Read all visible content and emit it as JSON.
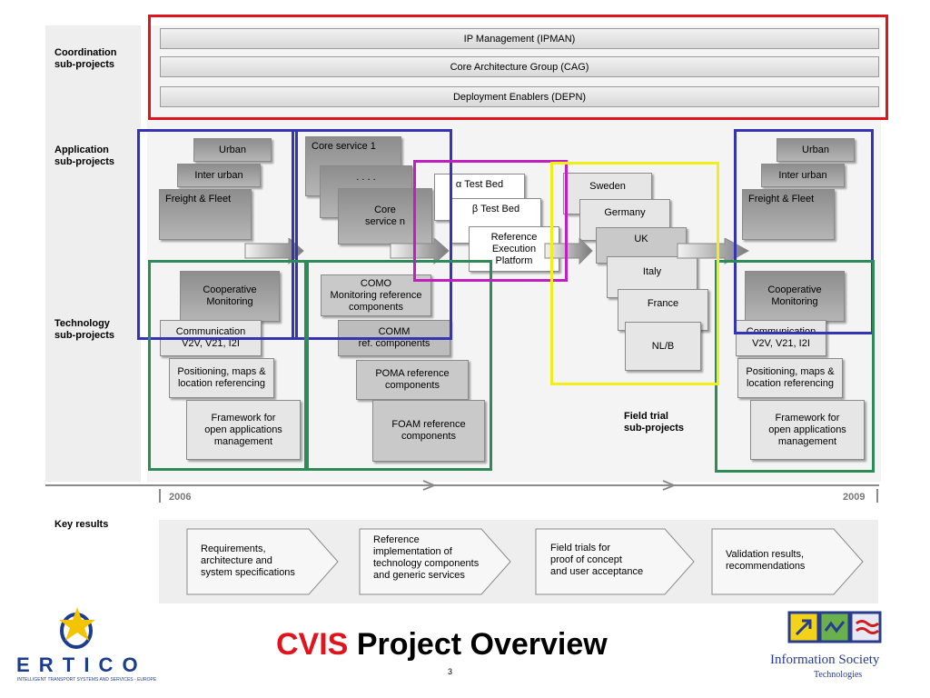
{
  "labels": {
    "coordination": "Coordination\nsub-projects",
    "application": "Application\nsub-projects",
    "technology": "Technology\nsub-projects",
    "field_trial": "Field trial\nsub-projects",
    "key_results": "Key results"
  },
  "coordination_bars": [
    "IP Management (IPMAN)",
    "Core Architecture Group (CAG)",
    "Deployment Enablers (DEPN)"
  ],
  "left_app": [
    "Urban",
    "Inter urban",
    "Freight & Fleet"
  ],
  "left_tech": [
    "Cooperative\nMonitoring",
    "Communication\nV2V, V21, I2I",
    "Positioning, maps &\nlocation referencing",
    "Framework for\nopen applications\nmanagement"
  ],
  "core": [
    "Core service 1",
    ". . . .",
    "Core\nservice n"
  ],
  "ref_tech": [
    "COMO\nMonitoring reference\ncomponents",
    "COMM\nref. components",
    "POMA reference\ncomponents",
    "FOAM reference\ncomponents"
  ],
  "testbeds": [
    "α Test Bed",
    "β Test Bed",
    "Reference\nExecution\nPlatform"
  ],
  "countries": [
    "Sweden",
    "Germany",
    "UK",
    "Italy",
    "France",
    "NL/B"
  ],
  "right_app": [
    "Urban",
    "Inter urban",
    "Freight & Fleet"
  ],
  "right_tech": [
    "Cooperative\nMonitoring",
    "Communication\nV2V, V21, I2I",
    "Positioning, maps &\nlocation referencing",
    "Framework for\nopen applications\nmanagement"
  ],
  "timeline": {
    "start": "2006",
    "end": "2009"
  },
  "key_results": [
    "Requirements,\narchitecture and\nsystem specifications",
    "Reference\nimplementation of\ntechnology components\nand generic services",
    "Field trials for\nproof of concept\nand user acceptance",
    "Validation results,\nrecommendations"
  ],
  "title": {
    "accent": "CVIS",
    "rest": "Project Overview"
  },
  "page_number": "3",
  "logos": {
    "ertico_name": "E R T I C O",
    "ertico_tagline": "INTELLIGENT TRANSPORT SYSTEMS AND SERVICES - EUROPE",
    "ist_line1": "Information Society",
    "ist_line2": "Technologies"
  },
  "colors": {
    "red": "#e0141c",
    "blue": "#3434b4",
    "green": "#2e8b57",
    "magenta": "#c21fc2",
    "yellow": "#f2ee1a",
    "title_accent": "#e0141c"
  }
}
